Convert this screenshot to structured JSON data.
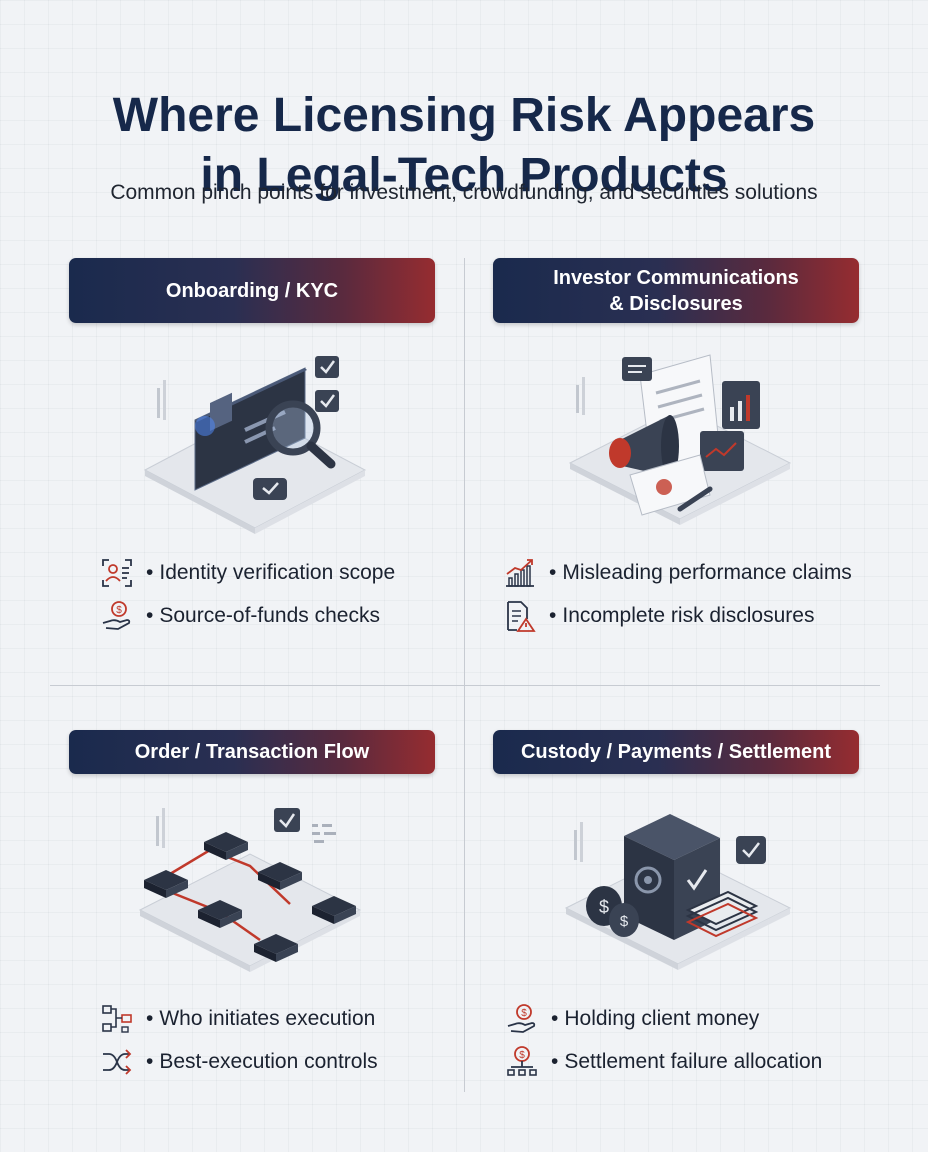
{
  "header": {
    "title_line1": "Where Licensing Risk Appears",
    "title_line2": "in Legal-Tech Products",
    "subtitle": "Common pinch points for investment, crowdfunding, and securities solutions"
  },
  "colors": {
    "navy": "#1a2a4d",
    "crimson": "#962c30",
    "accent_red": "#c0392b"
  },
  "quadrants": {
    "onboarding": {
      "title": "Onboarding / KYC",
      "illustration_icon": "id-card-magnifier-icon",
      "bullets": [
        {
          "icon": "user-id-icon",
          "text": "Identity verification scope"
        },
        {
          "icon": "hand-coin-icon",
          "text": "Source-of-funds checks"
        }
      ]
    },
    "communications": {
      "title_line1": "Investor Communications",
      "title_line2": "& Disclosures",
      "illustration_icon": "megaphone-document-icon",
      "bullets": [
        {
          "icon": "rising-chart-icon",
          "text": "Misleading performance claims"
        },
        {
          "icon": "document-warning-icon",
          "text": "Incomplete risk disclosures"
        }
      ]
    },
    "orders": {
      "title": "Order / Transaction Flow",
      "illustration_icon": "flow-blocks-icon",
      "bullets": [
        {
          "icon": "flowchart-icon",
          "text": "Who initiates execution"
        },
        {
          "icon": "shuffle-arrows-icon",
          "text": "Best-execution controls"
        }
      ]
    },
    "custody": {
      "title": "Custody / Payments / Settlement",
      "illustration_icon": "safe-money-icon",
      "bullets": [
        {
          "icon": "hand-coin-icon",
          "text": "Holding client money"
        },
        {
          "icon": "coin-network-icon",
          "text": "Settlement failure allocation"
        }
      ]
    }
  }
}
